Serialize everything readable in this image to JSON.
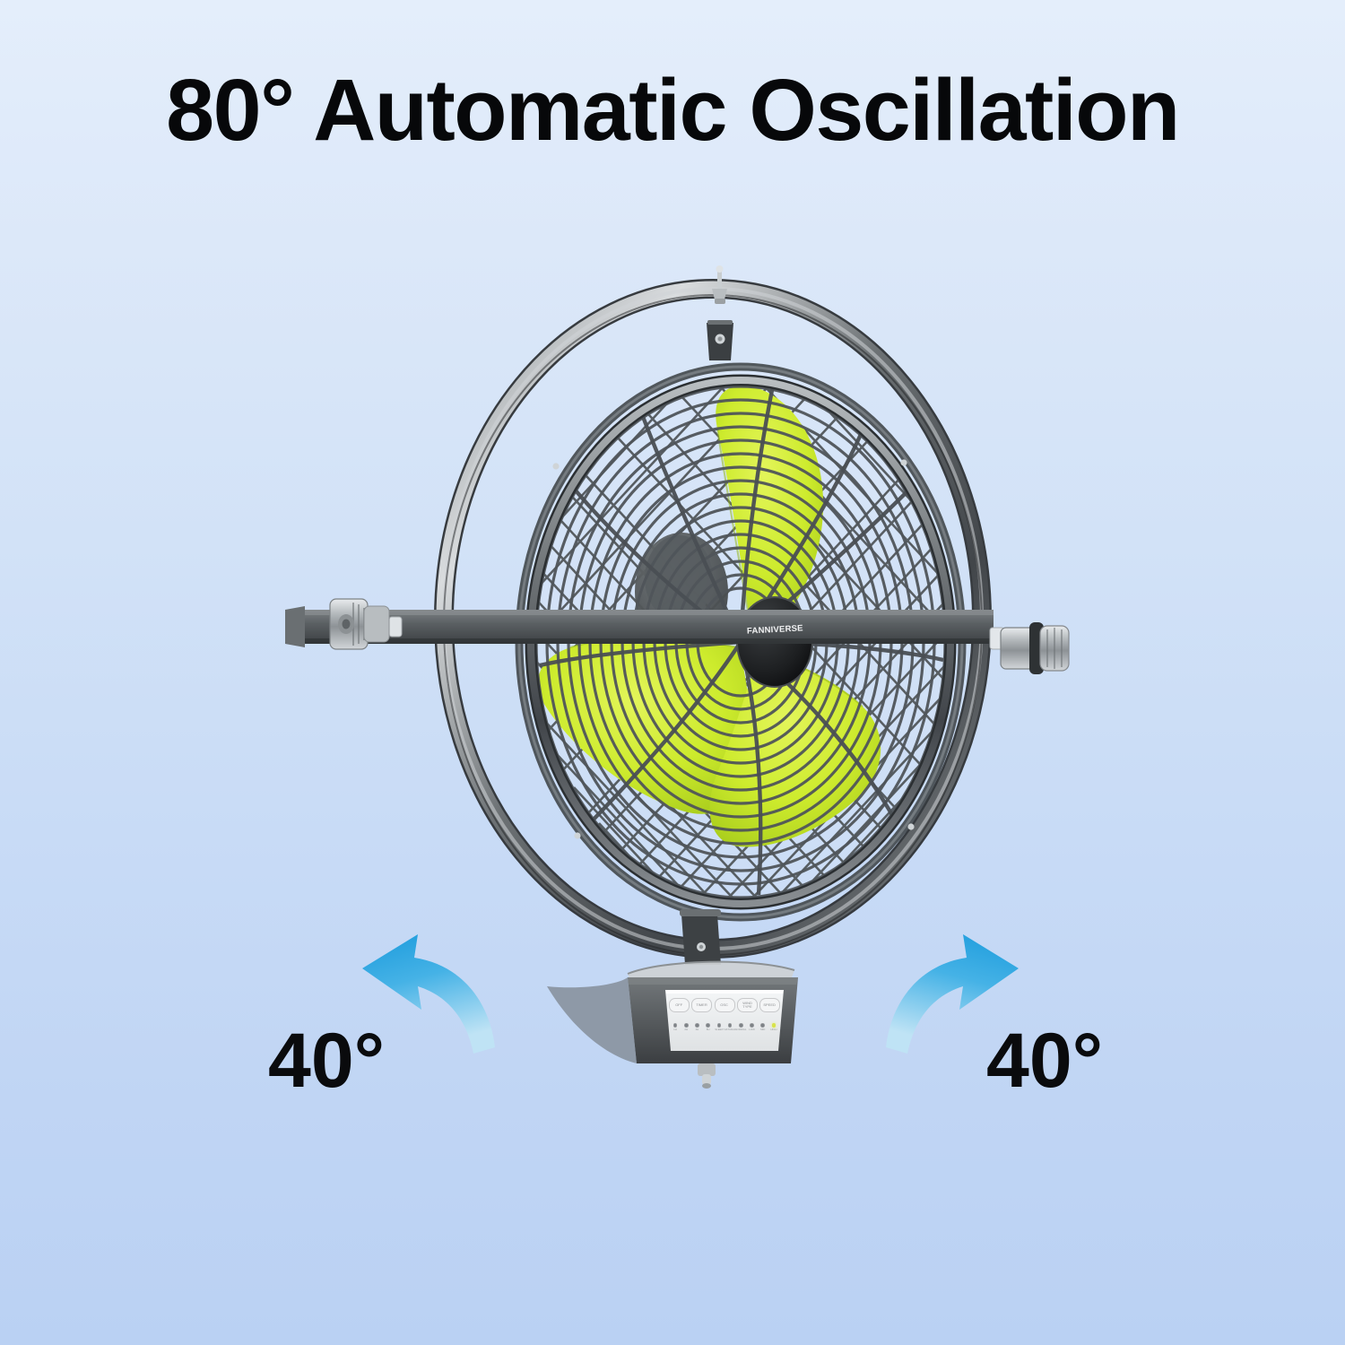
{
  "page": {
    "headline": "80° Automatic Oscillation",
    "background_top_color": "#e4eefb",
    "background_bottom_color": "#bad1f3"
  },
  "annotations": {
    "left_angle": "40°",
    "right_angle": "40°",
    "arrow_color": "#29a3dd",
    "arrow_color_light": "#a9d8f0"
  },
  "product": {
    "brand": "FANNIVERSE",
    "blade_color": "#cdeb2d",
    "frame_color": "#5e6366",
    "blade_count": 3,
    "control_panel": {
      "face_color": "#eceeef",
      "housing_color": "#5d6164",
      "buttons": [
        {
          "name": "off",
          "line1": "OFF",
          "line2": ""
        },
        {
          "name": "timer",
          "line1": "TIMER",
          "line2": ""
        },
        {
          "name": "oscillation",
          "line1": "OSC",
          "line2": ""
        },
        {
          "name": "wind-type",
          "line1": "WIND",
          "line2": "TYPE"
        },
        {
          "name": "speed",
          "line1": "SPEED",
          "line2": ""
        }
      ],
      "indicators": [
        {
          "label": "1H",
          "on": false
        },
        {
          "label": "2H",
          "on": false
        },
        {
          "label": "4H",
          "on": false
        },
        {
          "label": "8H",
          "on": false
        },
        {
          "label": "SLEEP",
          "on": false
        },
        {
          "label": "NATURAL",
          "on": false
        },
        {
          "label": "NORMAL",
          "on": false
        },
        {
          "label": "LOW",
          "on": false
        },
        {
          "label": "MID",
          "on": false
        },
        {
          "label": "HIGH",
          "on": true
        }
      ]
    }
  }
}
